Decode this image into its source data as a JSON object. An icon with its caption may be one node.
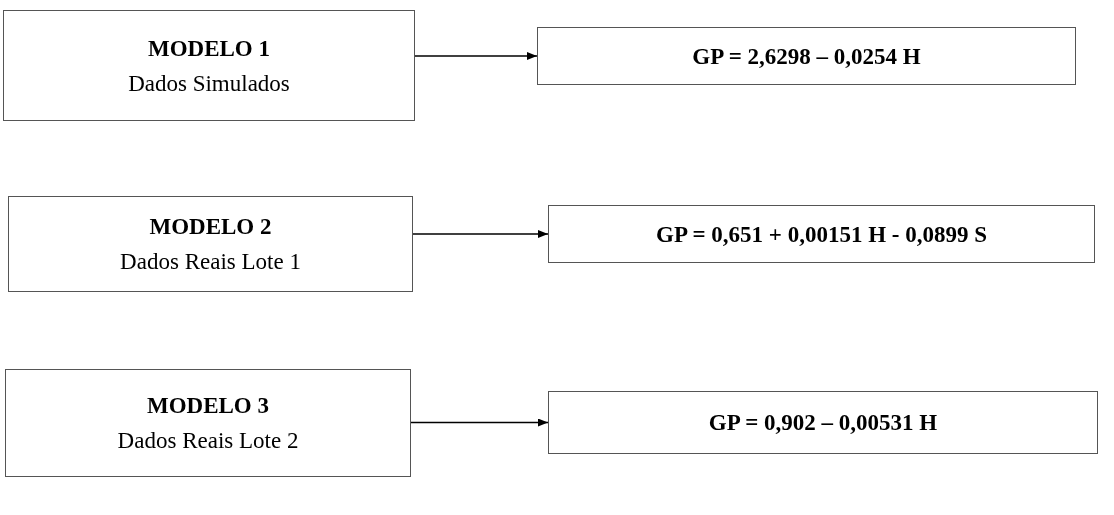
{
  "diagram": {
    "nodes": [
      {
        "text": [
          "MODELO 1",
          "Dados Simulados"
        ]
      },
      {
        "text": [
          "GP = 2,6298 – 0,0254 H"
        ]
      },
      {
        "text": [
          "MODELO 2",
          "Dados Reais Lote 1"
        ]
      },
      {
        "text": [
          "GP = 0,651 + 0,00151 H - 0,0899 S"
        ]
      },
      {
        "text": [
          "MODELO 3",
          "Dados Reais Lote 2"
        ]
      },
      {
        "text": [
          "GP = 0,902 – 0,00531 H"
        ]
      }
    ],
    "edges": [
      {
        "from": 0,
        "to": 1,
        "arrow": "to"
      },
      {
        "from": 2,
        "to": 3,
        "arrow": "to"
      },
      {
        "from": 4,
        "to": 5,
        "arrow": "to"
      }
    ]
  }
}
